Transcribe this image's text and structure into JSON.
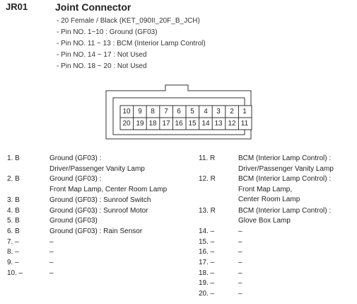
{
  "header": {
    "code": "JR01",
    "title": "Joint Connector"
  },
  "specs": [
    "- 20 Female / Black (KET_090II_20F_B_JCH)",
    "- Pin NO. 1~10 : Ground (GF03)",
    "- Pin NO. 11 ~ 13 : BCM (Interior Lamp Control)",
    "- Pin NO. 14 ~ 17 : Not Used",
    "- Pin NO. 18 ~ 20 : Not Used"
  ],
  "connector": {
    "top_row": [
      "10",
      "9",
      "8",
      "7",
      "6",
      "5",
      "4",
      "3",
      "2",
      "1"
    ],
    "bottom_row": [
      "20",
      "19",
      "18",
      "17",
      "16",
      "15",
      "14",
      "13",
      "12",
      "11"
    ]
  },
  "left_pins": [
    {
      "pin": "1. B",
      "lines": [
        "Ground (GF03) :",
        "Driver/Passenger Vanity Lamp"
      ]
    },
    {
      "pin": "2. B",
      "lines": [
        "Ground (GF03) :",
        "Front Map Lamp, Center Room Lamp"
      ]
    },
    {
      "pin": "3. B",
      "lines": [
        "Ground (GF03) : Sunroof Switch"
      ]
    },
    {
      "pin": "4. B",
      "lines": [
        "Ground (GF03) : Sunroof Motor"
      ]
    },
    {
      "pin": "5. B",
      "lines": [
        "Ground (GF03)"
      ]
    },
    {
      "pin": "6. B",
      "lines": [
        "Ground (GF03) : Rain Sensor"
      ]
    },
    {
      "pin": "7. –",
      "lines": [
        "–"
      ]
    },
    {
      "pin": "8. –",
      "lines": [
        "–"
      ]
    },
    {
      "pin": "9. –",
      "lines": [
        "–"
      ]
    },
    {
      "pin": "10. –",
      "lines": [
        "–"
      ]
    }
  ],
  "right_pins": [
    {
      "pin": "11. R",
      "lines": [
        "BCM (Interior Lamp Control) :",
        "Driver/Passenger Vanity Lamp"
      ]
    },
    {
      "pin": "12. R",
      "lines": [
        "BCM (Interior Lamp Control) :",
        "Front Map Lamp,",
        "Center Room Lamp"
      ]
    },
    {
      "pin": "13. R",
      "lines": [
        "BCM (Interior Lamp Control) :",
        "Glove Box Lamp"
      ]
    },
    {
      "pin": "14. –",
      "lines": [
        "–"
      ]
    },
    {
      "pin": "15. –",
      "lines": [
        "–"
      ]
    },
    {
      "pin": "16. –",
      "lines": [
        "–"
      ]
    },
    {
      "pin": "17. –",
      "lines": [
        "–"
      ]
    },
    {
      "pin": "18. –",
      "lines": [
        "–"
      ]
    },
    {
      "pin": "19. –",
      "lines": [
        "–"
      ]
    },
    {
      "pin": "20. –",
      "lines": [
        "–"
      ]
    }
  ]
}
